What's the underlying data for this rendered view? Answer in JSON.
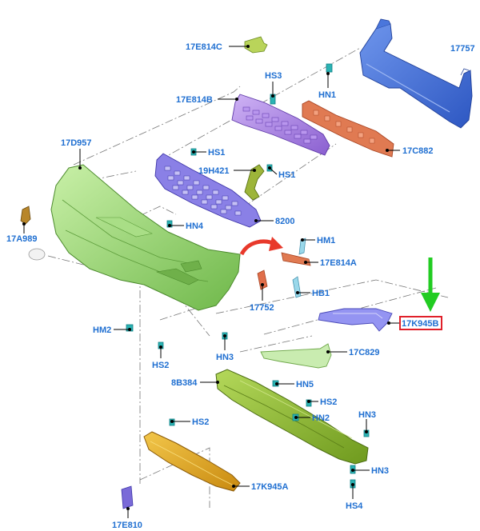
{
  "colors": {
    "label": "#1f6fd1",
    "bumper_cover": "#8ed06a",
    "grille_upper": "#a77ee0",
    "grille_lower": "#7f73dd",
    "reinforcement": "#3f6fd6",
    "absorber": "#e07a52",
    "valance_upper": "#a8e08a",
    "skid_plate": "#8fbf2a",
    "air_deflector": "#e2a51a",
    "bracket_17k945b": "#8f8ff0",
    "highlight_box": "#e0202a",
    "callout_arrow": "#22cc22",
    "direction_arrow": "#e8392b"
  },
  "labels": {
    "p17E814C": "17E814C",
    "p17757": "17757",
    "HS3": "HS3",
    "HN1": "HN1",
    "p17E814B": "17E814B",
    "p17D957": "17D957",
    "p17C882": "17C882",
    "HS1a": "HS1",
    "p19H421": "19H421",
    "HS1b": "HS1",
    "p17A989": "17A989",
    "HN4": "HN4",
    "p8200": "8200",
    "HM1": "HM1",
    "p17E814A": "17E814A",
    "HB1": "HB1",
    "p17752": "17752",
    "p17K945B": "17K945B",
    "HM2": "HM2",
    "HS2a": "HS2",
    "HN3a": "HN3",
    "p17C829": "17C829",
    "p8B384": "8B384",
    "HN5": "HN5",
    "HS2b": "HS2",
    "HN2": "HN2",
    "HS2c": "HS2",
    "HN3b": "HN3",
    "HN3c": "HN3",
    "HS4": "HS4",
    "p17K945A": "17K945A",
    "p17E810": "17E810"
  }
}
